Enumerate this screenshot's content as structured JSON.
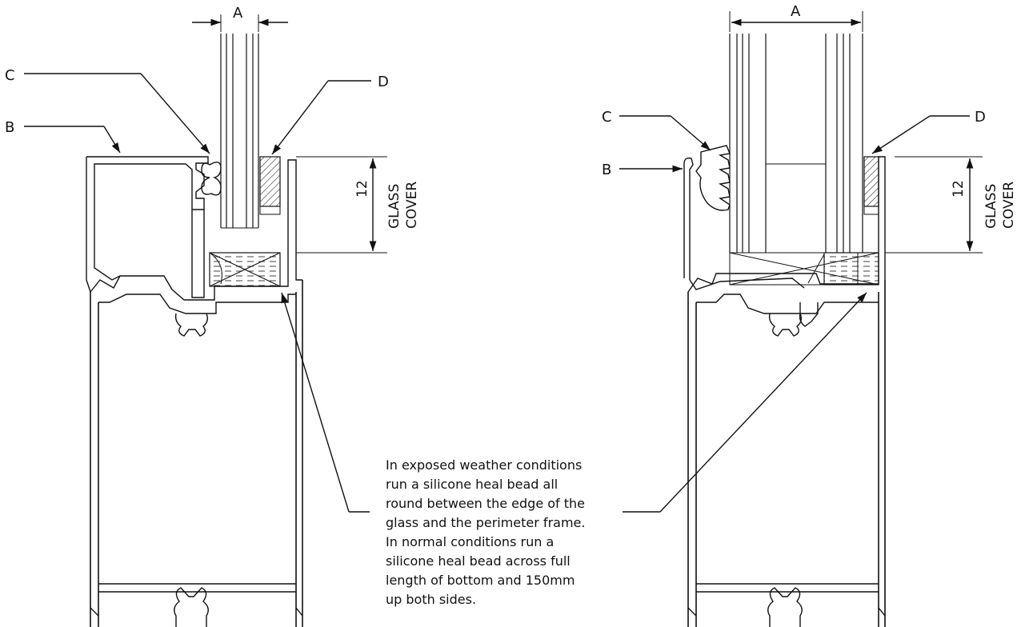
{
  "figure": {
    "left_detail": {
      "labels": {
        "a": "A",
        "b": "B",
        "c": "C",
        "d": "D"
      },
      "dimension": "12",
      "cover_line1": "GLASS",
      "cover_line2": "COVER"
    },
    "right_detail": {
      "labels": {
        "a": "A",
        "b": "B",
        "c": "C",
        "d": "D"
      },
      "dimension": "12",
      "cover_line1": "GLASS",
      "cover_line2": "COVER"
    },
    "note": [
      "In exposed weather conditions",
      "run a silicone heal bead all",
      "round between the edge of the",
      "glass and the perimeter frame.",
      "In normal conditions run a",
      "silicone heal bead across full",
      "length of bottom and 150mm",
      "up both sides."
    ]
  }
}
